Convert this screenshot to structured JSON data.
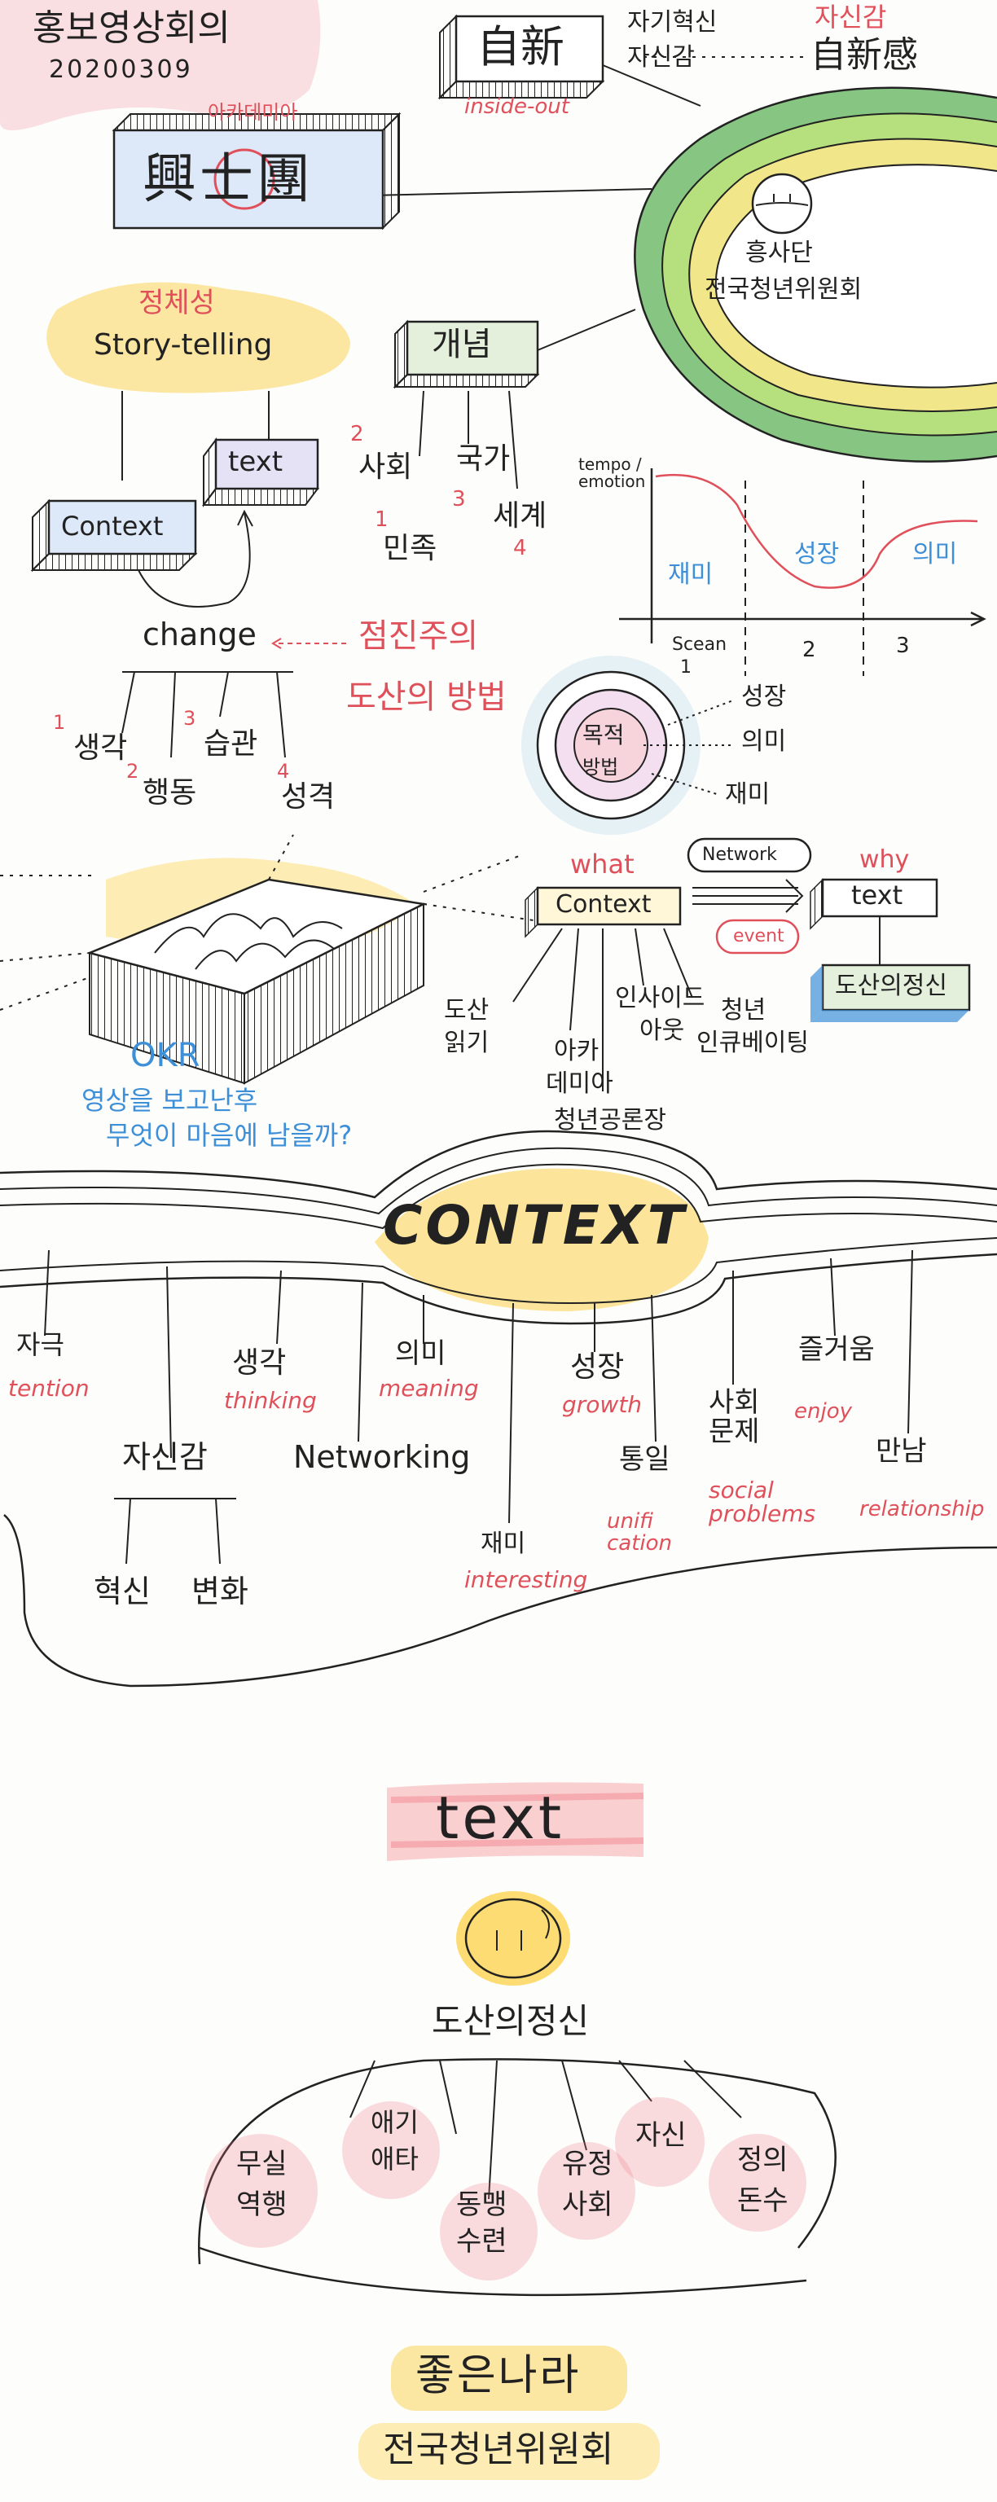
{
  "header": {
    "title": "홍보영상회의",
    "date": "20200309"
  },
  "top": {
    "jasin_box": "自新",
    "inside_out": "inside-out",
    "self_innovation": "자기혁신",
    "confidence": "자신감",
    "dots": "......",
    "jasingam_label": "자신감",
    "jasingam_hanja": "自新感",
    "academy": "아카데미아",
    "heungsadan_box": "興士團",
    "circle_title": "흥사단",
    "circle_subtitle": "전국청년위원회"
  },
  "identity": {
    "label": "정체성",
    "story": "Story-telling",
    "context_box": "Context",
    "text_box": "text"
  },
  "change": {
    "word": "change",
    "doctrine": "점진주의",
    "method": "도산의 방법",
    "items": [
      {
        "num": "1",
        "label": "생각"
      },
      {
        "num": "2",
        "label": "행동"
      },
      {
        "num": "3",
        "label": "습관"
      },
      {
        "num": "4",
        "label": "성격"
      }
    ]
  },
  "concept": {
    "box": "개념",
    "items": [
      {
        "num": "2",
        "label": "사회"
      },
      {
        "num": "3",
        "label": "국가"
      },
      {
        "num": "1",
        "label": "민족"
      },
      {
        "num": "4",
        "label": "세계"
      }
    ]
  },
  "emotion_chart": {
    "ylabel": "tempo / emotion",
    "xlabel": "Scean",
    "ticks": [
      "1",
      "2",
      "3"
    ],
    "segments": [
      "재미",
      "성장",
      "의미"
    ]
  },
  "target": {
    "center_top": "목적",
    "center_bottom": "방법",
    "labels": [
      "성장",
      "의미",
      "재미"
    ]
  },
  "okr": {
    "title": "OKR",
    "question_line1": "영상을 보고난후",
    "question_line2": "무엇이 마음에 남을까?"
  },
  "context_tree": {
    "what": "what",
    "why": "why",
    "context_box": "Context",
    "network_pill": "Network",
    "event_pill": "event",
    "text_box": "text",
    "dosan_box": "도산의정신",
    "branches": [
      {
        "line1": "도산",
        "line2": "읽기"
      },
      {
        "line1": "아카",
        "line2": "데미아"
      },
      {
        "line1": "인사이드",
        "line2": "아웃"
      },
      {
        "line1": "청년",
        "line2": "인큐베이팅"
      }
    ],
    "bottom": "청년공론장"
  },
  "context_band": {
    "title": "CONTEXT",
    "items": [
      {
        "ko": "자극",
        "en": "tention"
      },
      {
        "ko": "생각",
        "en": "thinking"
      },
      {
        "ko": "의미",
        "en": "meaning"
      },
      {
        "ko": "성장",
        "en": "growth"
      },
      {
        "ko": "사회\n문제",
        "en": "social\nproblems"
      },
      {
        "ko": "즐거움",
        "en": "enjoy"
      },
      {
        "ko": "만남",
        "en": "relationship"
      },
      {
        "ko": "통일",
        "en": "unifi\ncation"
      },
      {
        "ko": "재미",
        "en": "interesting"
      }
    ],
    "confidence": "자신감",
    "networking": "Networking",
    "innovation": "혁신",
    "change": "변화"
  },
  "bottom": {
    "text_banner": "text",
    "dosan_spirit": "도산의정신",
    "values": [
      {
        "line1": "무실",
        "line2": "역행"
      },
      {
        "line1": "애기",
        "line2": "애타"
      },
      {
        "line1": "동맹",
        "line2": "수련"
      },
      {
        "line1": "유정",
        "line2": "사회"
      },
      {
        "line1": "자신",
        "line2": ""
      },
      {
        "line1": "정의",
        "line2": "돈수"
      }
    ],
    "closing1": "좋은나라",
    "closing2": "전국청년위원회"
  },
  "colors": {
    "ink": "#222222",
    "red": "#e0505a",
    "blue": "#3d8fd8",
    "yellow_highlight": "#fcd65a",
    "pink_highlight": "#f07882",
    "green_ring": "#6cc36a",
    "box_fill_blue": "#dde8f8",
    "box_fill_green": "#e4f0dc",
    "box_fill_lavender": "#e6e2f6"
  }
}
